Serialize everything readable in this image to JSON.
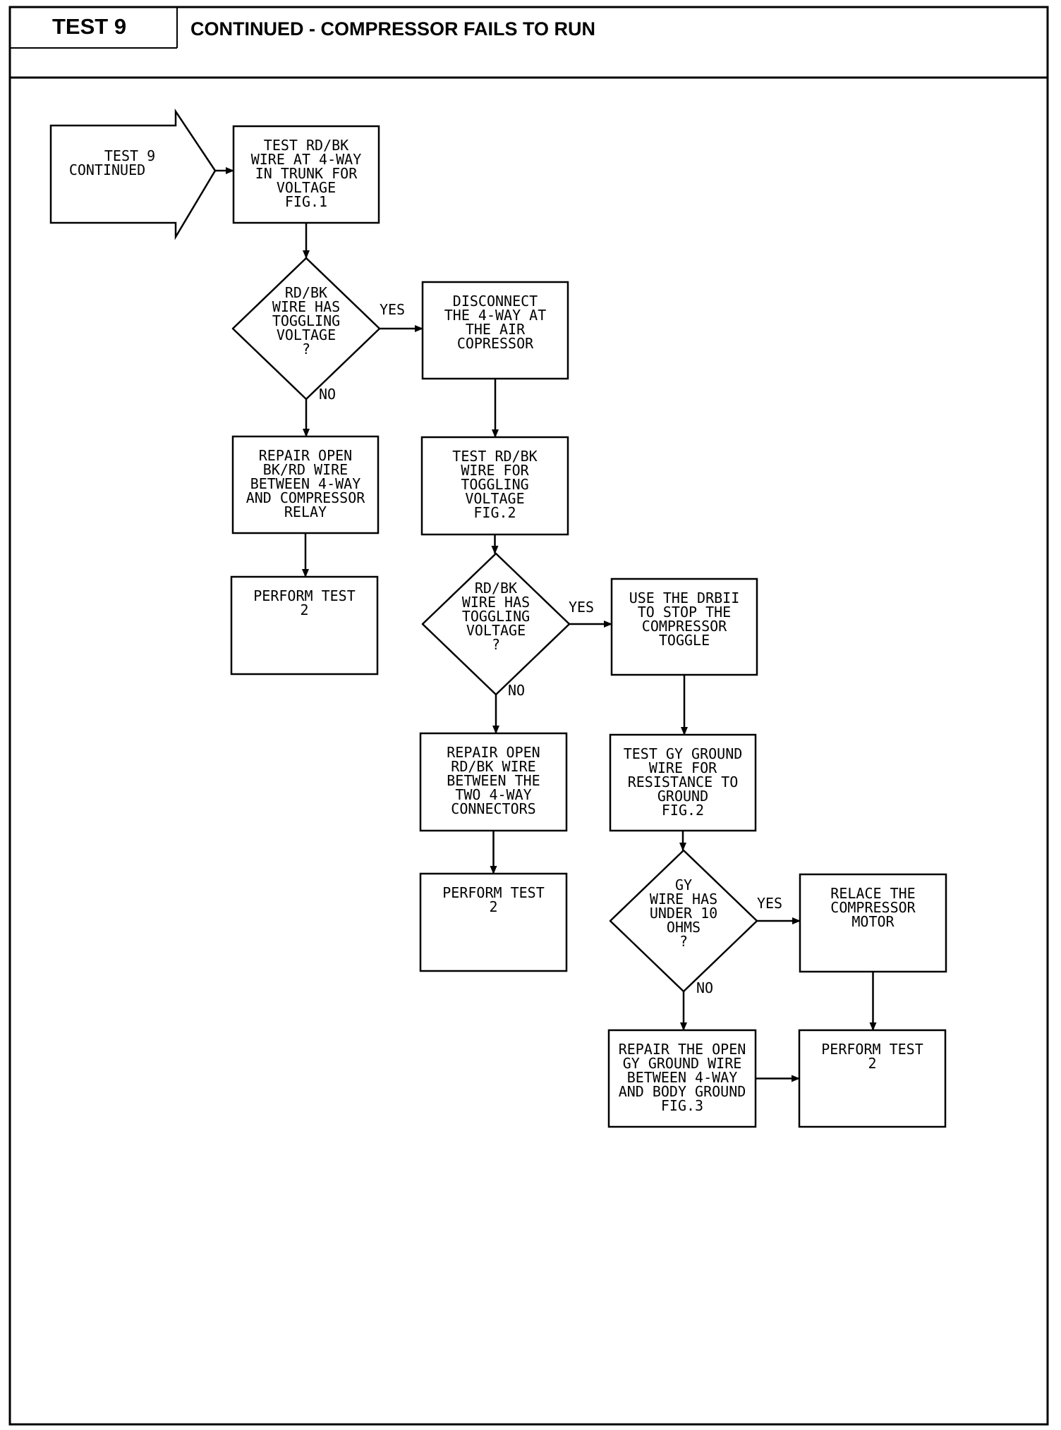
{
  "header": {
    "test_label": "TEST 9",
    "title": "CONTINUED - COMPRESSOR FAILS TO RUN"
  },
  "flowchart": {
    "entry": {
      "lines": [
        "TEST 9",
        "CONTINUED"
      ]
    },
    "nodes": [
      {
        "id": "n1",
        "shape": "box",
        "lines": [
          "TEST RD/BK",
          "WIRE AT 4-WAY",
          "IN TRUNK FOR",
          "VOLTAGE",
          "FIG.1"
        ]
      },
      {
        "id": "d1",
        "shape": "diamond",
        "lines": [
          "RD/BK",
          "WIRE HAS",
          "TOGGLING",
          "VOLTAGE",
          "?"
        ]
      },
      {
        "id": "n2",
        "shape": "box",
        "lines": [
          "DISCONNECT",
          "THE 4-WAY AT",
          "THE AIR",
          "COPRESSOR"
        ]
      },
      {
        "id": "n3",
        "shape": "box",
        "lines": [
          "REPAIR OPEN",
          "BK/RD WIRE",
          "BETWEEN 4-WAY",
          "AND COMPRESSOR",
          "RELAY"
        ]
      },
      {
        "id": "n4",
        "shape": "box",
        "lines": [
          "PERFORM TEST",
          "2"
        ]
      },
      {
        "id": "n5",
        "shape": "box",
        "lines": [
          "TEST RD/BK",
          "WIRE FOR",
          "TOGGLING",
          "VOLTAGE",
          "FIG.2"
        ]
      },
      {
        "id": "d2",
        "shape": "diamond",
        "lines": [
          "RD/BK",
          "WIRE HAS",
          "TOGGLING",
          "VOLTAGE",
          "?"
        ]
      },
      {
        "id": "n6",
        "shape": "box",
        "lines": [
          "USE THE DRBII",
          "TO STOP THE",
          "COMPRESSOR",
          "TOGGLE"
        ]
      },
      {
        "id": "n7",
        "shape": "box",
        "lines": [
          "REPAIR OPEN",
          "RD/BK WIRE",
          "BETWEEN THE",
          "TWO 4-WAY",
          "CONNECTORS"
        ]
      },
      {
        "id": "n8",
        "shape": "box",
        "lines": [
          "TEST GY GROUND",
          "WIRE FOR",
          "RESISTANCE TO",
          "GROUND",
          "FIG.2"
        ]
      },
      {
        "id": "n9",
        "shape": "box",
        "lines": [
          "PERFORM TEST",
          "2"
        ]
      },
      {
        "id": "d3",
        "shape": "diamond",
        "lines": [
          "GY",
          "WIRE HAS",
          "UNDER 10",
          "OHMS",
          "?"
        ]
      },
      {
        "id": "n10",
        "shape": "box",
        "lines": [
          "RELACE THE",
          "COMPRESSOR",
          "MOTOR"
        ]
      },
      {
        "id": "n11",
        "shape": "box",
        "lines": [
          "REPAIR THE OPEN",
          "GY GROUND WIRE",
          "BETWEEN 4-WAY",
          "AND BODY GROUND",
          "FIG.3"
        ]
      },
      {
        "id": "n12",
        "shape": "box",
        "lines": [
          "PERFORM TEST",
          "2"
        ]
      }
    ],
    "edges": [
      {
        "from": "entry",
        "to": "n1",
        "label": ""
      },
      {
        "from": "n1",
        "to": "d1",
        "label": ""
      },
      {
        "from": "d1",
        "to": "n2",
        "label": "YES"
      },
      {
        "from": "d1",
        "to": "n3",
        "label": "NO"
      },
      {
        "from": "n3",
        "to": "n4",
        "label": ""
      },
      {
        "from": "n2",
        "to": "n5",
        "label": ""
      },
      {
        "from": "n5",
        "to": "d2",
        "label": ""
      },
      {
        "from": "d2",
        "to": "n6",
        "label": "YES"
      },
      {
        "from": "d2",
        "to": "n7",
        "label": "NO"
      },
      {
        "from": "n7",
        "to": "n9",
        "label": ""
      },
      {
        "from": "n6",
        "to": "n8",
        "label": ""
      },
      {
        "from": "n8",
        "to": "d3",
        "label": ""
      },
      {
        "from": "d3",
        "to": "n10",
        "label": "YES"
      },
      {
        "from": "d3",
        "to": "n11",
        "label": "NO"
      },
      {
        "from": "n10",
        "to": "n12",
        "label": ""
      },
      {
        "from": "n11",
        "to": "n12",
        "label": ""
      }
    ]
  }
}
